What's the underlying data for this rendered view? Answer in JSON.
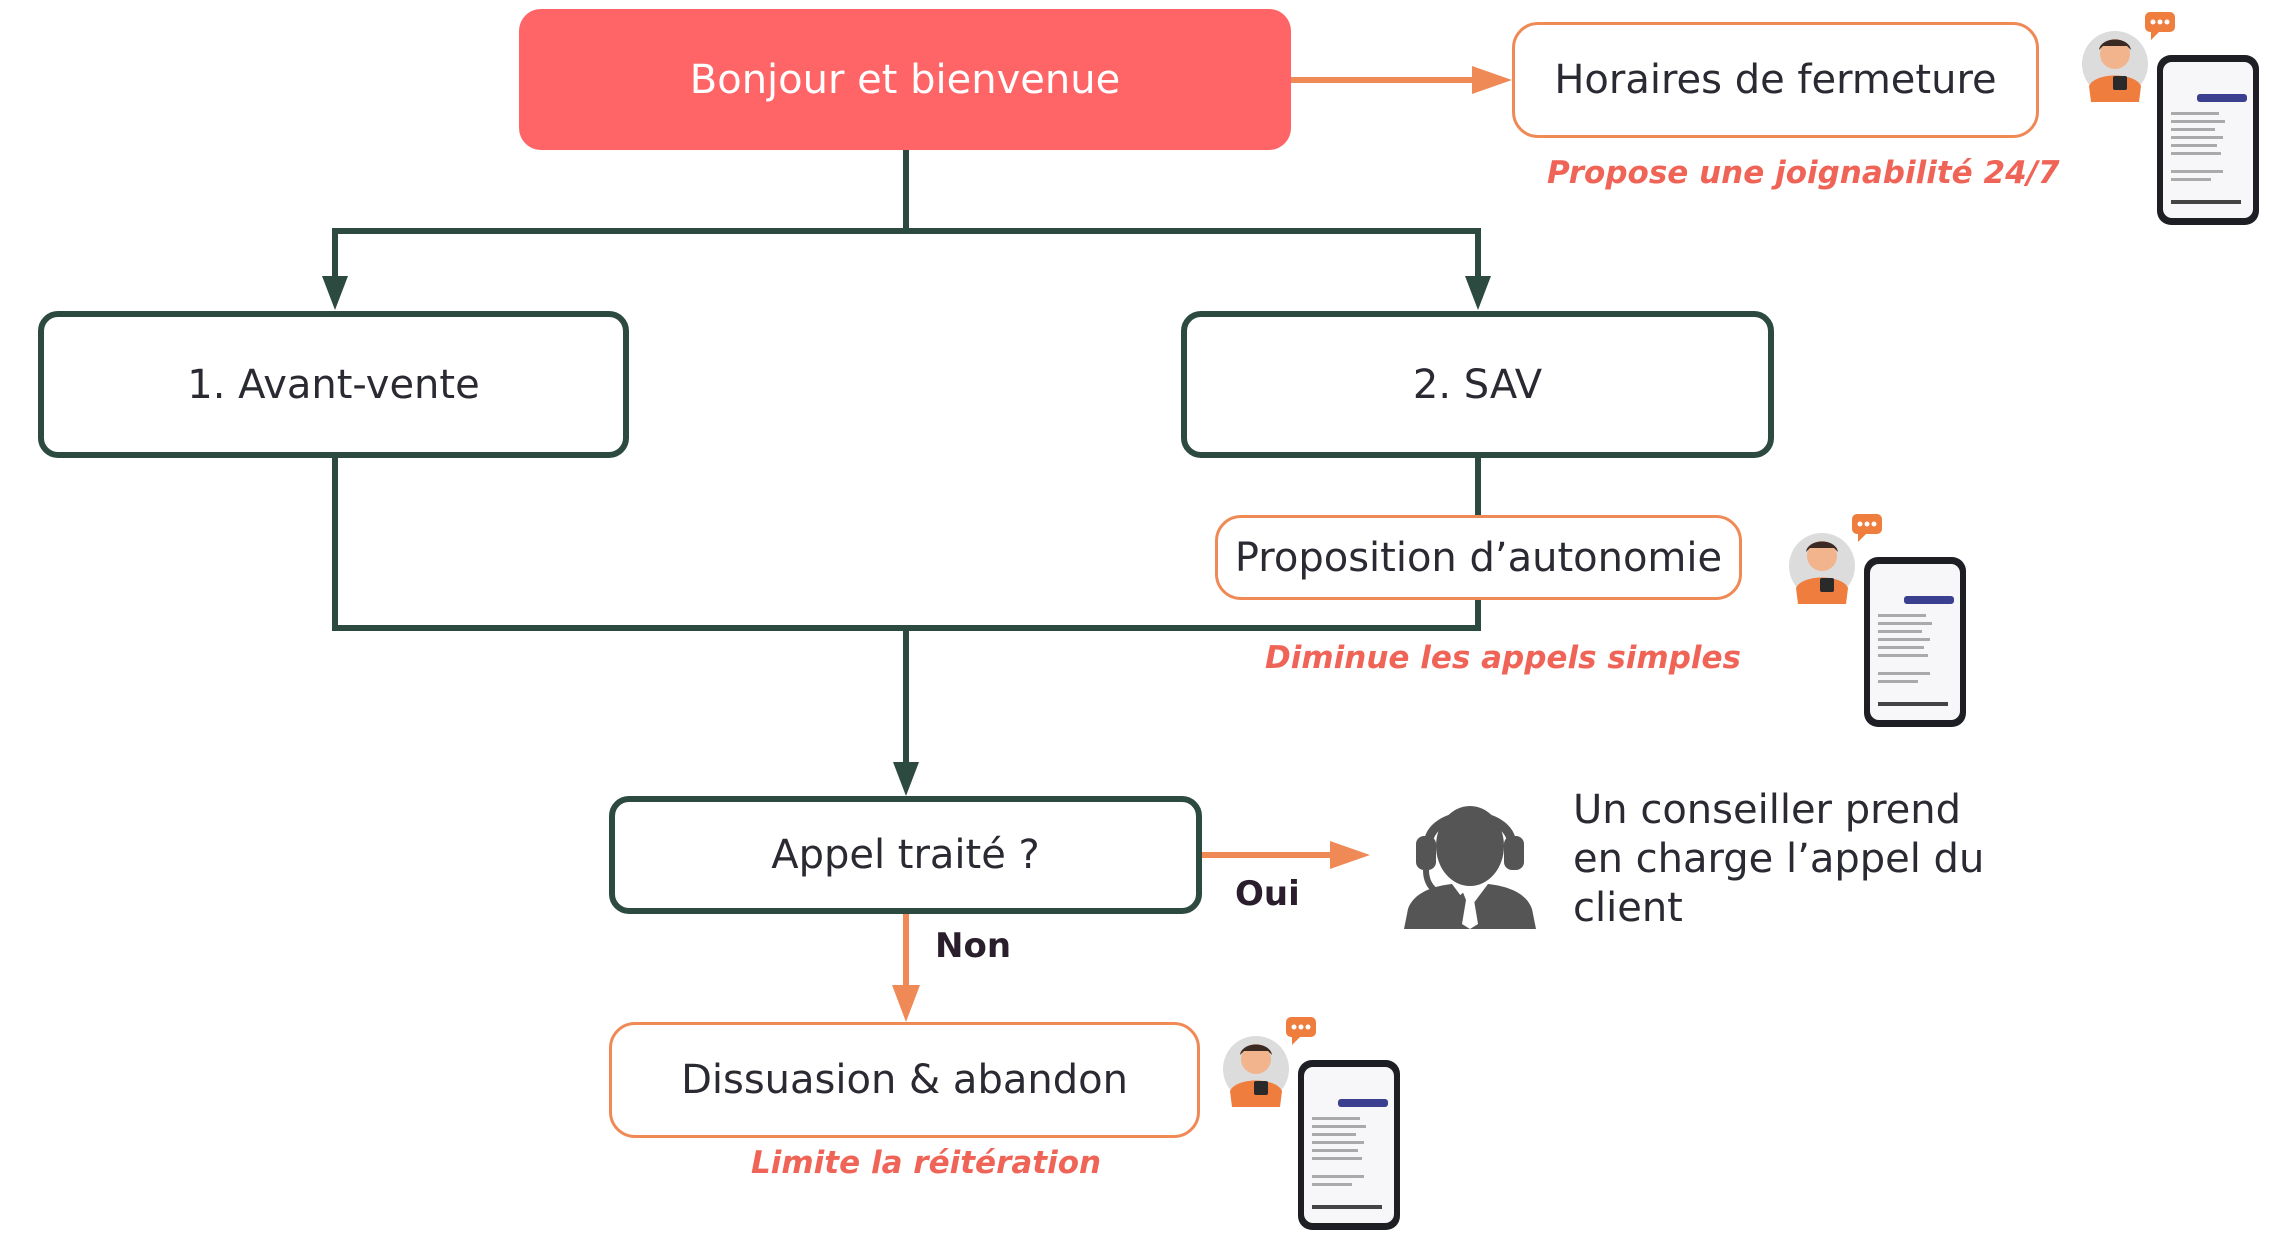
{
  "nodes": {
    "welcome": "Bonjour et bienvenue",
    "closing_hours": "Horaires de fermeture",
    "pre_sales": "1. Avant-vente",
    "after_sales": "2. SAV",
    "autonomy": "Proposition d’autonomie",
    "call_handled": "Appel traité ?",
    "dissuasion": "Dissuasion & abandon"
  },
  "notes": {
    "closing_hours": "Propose une joignabilité 24/7",
    "autonomy": "Diminue les appels simples",
    "dissuasion": "Limite la réitération"
  },
  "edges": {
    "yes": "Oui",
    "no": "Non"
  },
  "advisor": {
    "line1": "Un conseiller prend",
    "line2": "en charge l’appel du",
    "line3": "client"
  },
  "colors": {
    "red_box": "#ff6467",
    "dark_line": "#2c4a3f",
    "orange": "#ef8a56",
    "note_text": "#ef6457"
  }
}
